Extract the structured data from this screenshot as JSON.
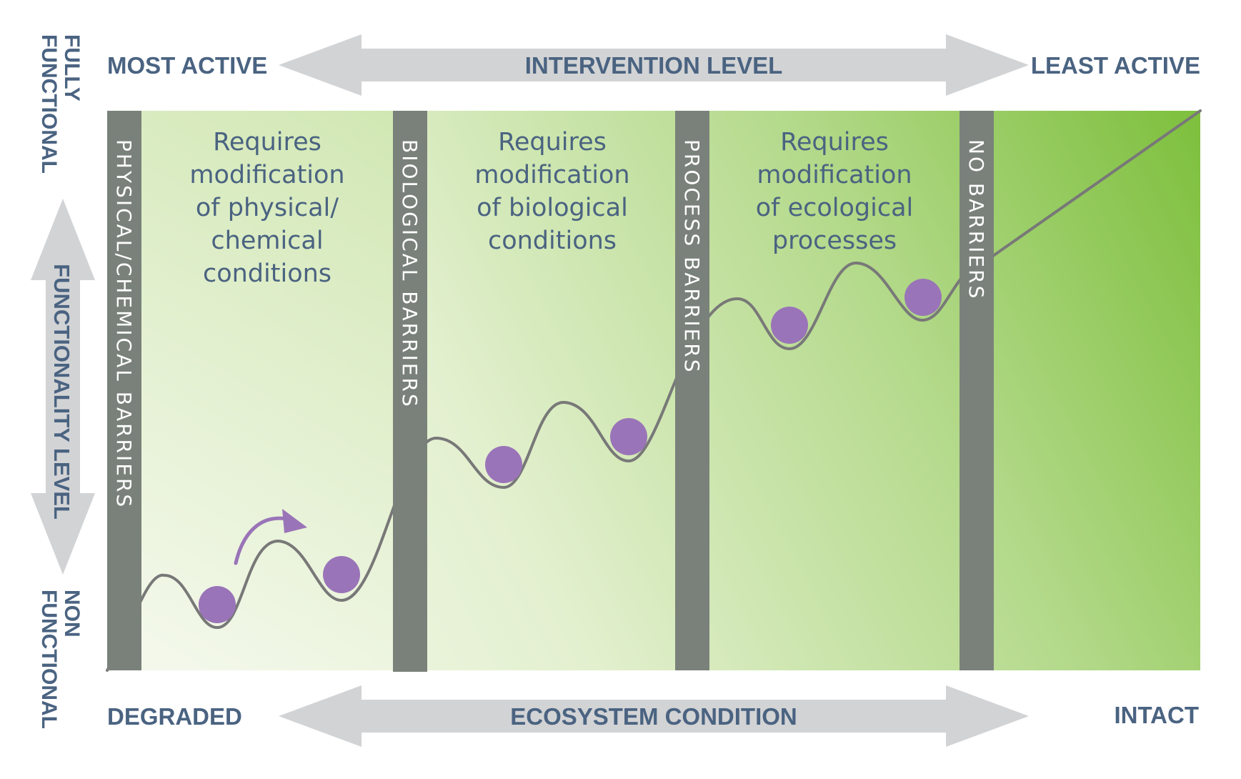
{
  "intervention": {
    "left_label": "MOST ACTIVE",
    "title": "INTERVENTION LEVEL",
    "right_label": "LEAST ACTIVE"
  },
  "ecosystem": {
    "left_label": "DEGRADED",
    "title": "ECOSYSTEM CONDITION",
    "right_label": "INTACT"
  },
  "functionality": {
    "top_label_line1": "FULLY",
    "top_label_line2": "FUNCTIONAL",
    "title": "FUNCTIONALITY LEVEL",
    "bottom_label_line1": "NON",
    "bottom_label_line2": "FUNCTIONAL"
  },
  "barriers": [
    {
      "label": "PHYSICAL/CHEMICAL BARRIERS"
    },
    {
      "label": "BIOLOGICAL BARRIERS"
    },
    {
      "label": "PROCESS BARRIERS"
    },
    {
      "label": "NO BARRIERS"
    }
  ],
  "zones": [
    {
      "lines": [
        "Requires",
        "modification",
        "of physical/",
        "chemical",
        "conditions"
      ]
    },
    {
      "lines": [
        "Requires",
        "modification",
        "of biological",
        "conditions"
      ]
    },
    {
      "lines": [
        "Requires",
        "modification",
        "of ecological",
        "processes"
      ]
    }
  ],
  "colors": {
    "label_text": "#4a6381",
    "arrow_gray": "#d2d3d5",
    "barrier_gray": "#7a817a",
    "curve_gray": "#787878",
    "ball_purple": "#9a74b8",
    "green_light": "#f3f8ea",
    "green_dark": "#7dbf3c"
  },
  "icons": {
    "ball": "purple-ball-icon",
    "arrow": "curved-arrow-icon"
  }
}
